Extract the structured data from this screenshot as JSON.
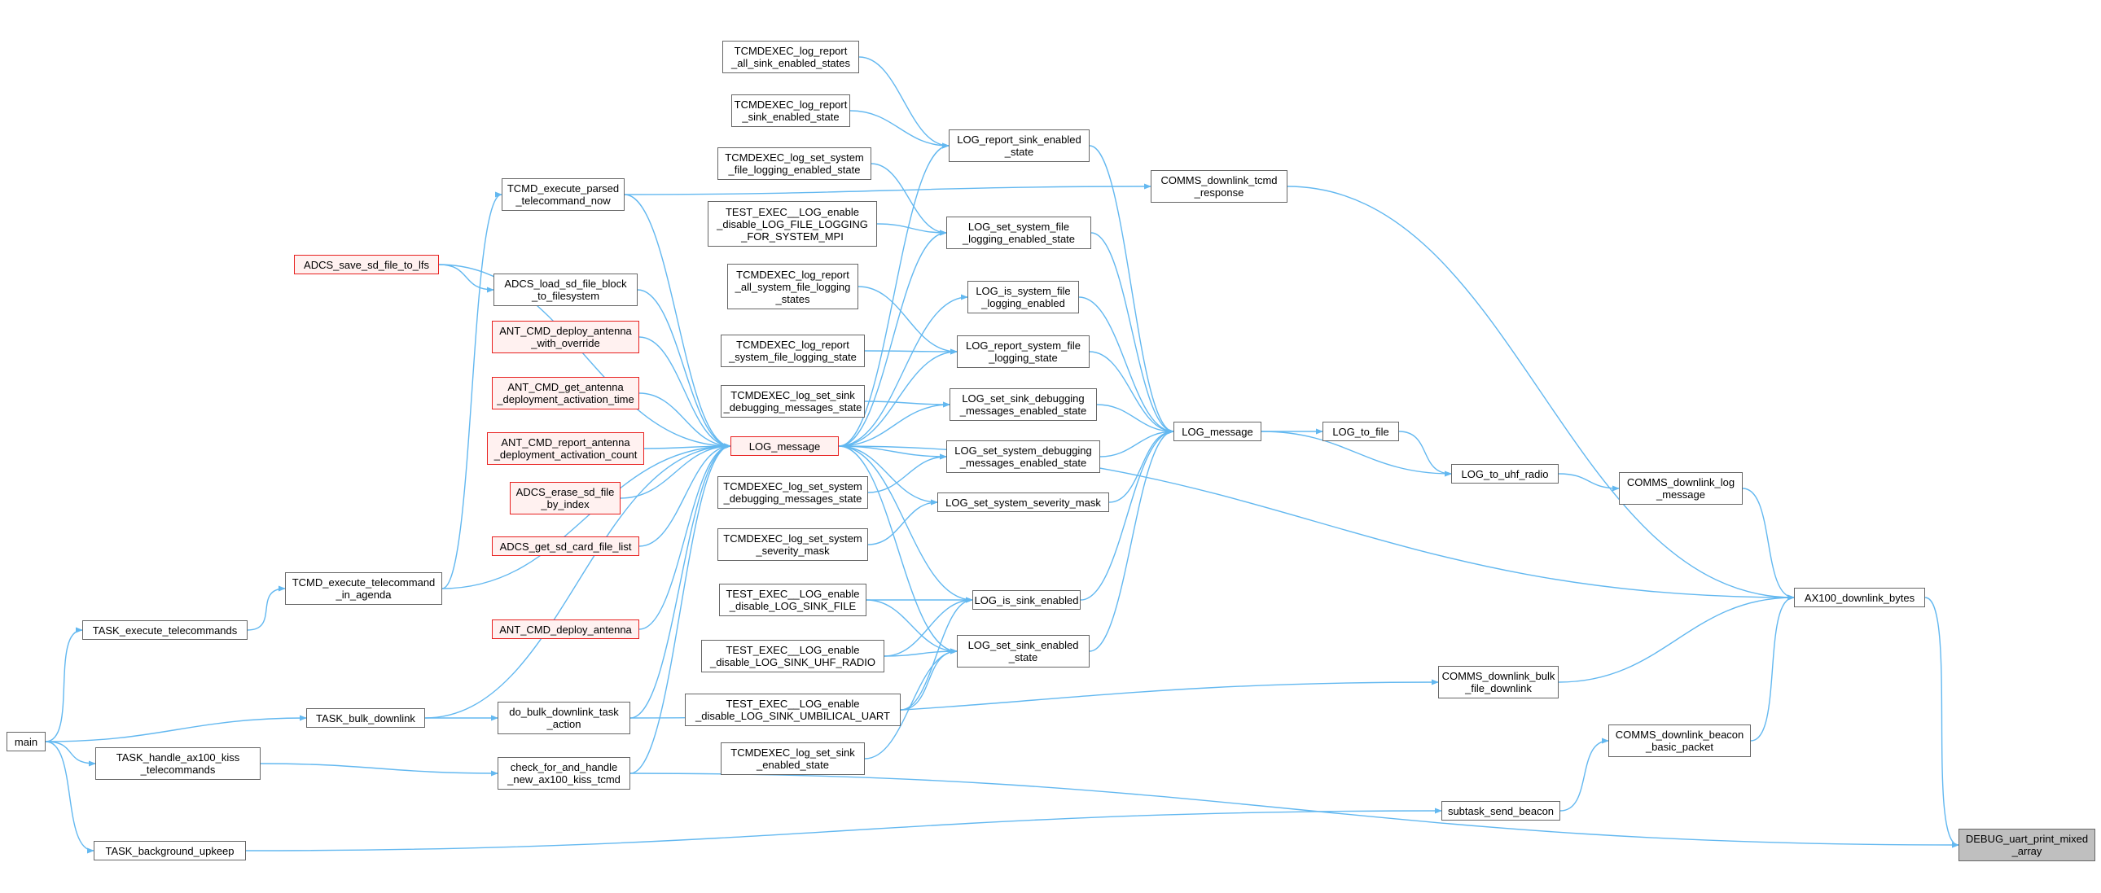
{
  "colors": {
    "edge": "#63b8f0",
    "box_border": "#666666",
    "red_border": "#e8201f",
    "red_fill": "#fff1f0",
    "root_fill": "#bfbfbf"
  },
  "nodes": [
    {
      "id": "main",
      "label": "main",
      "style": "plain"
    },
    {
      "id": "task_exec",
      "label": "TASK_execute_telecommands",
      "style": "plain"
    },
    {
      "id": "task_bulk",
      "label": "TASK_bulk_downlink",
      "style": "plain"
    },
    {
      "id": "task_kiss",
      "label": "TASK_handle_ax100_kiss\n_telecommands",
      "style": "plain"
    },
    {
      "id": "task_bg",
      "label": "TASK_background_upkeep",
      "style": "plain"
    },
    {
      "id": "adcs_save",
      "label": "ADCS_save_sd_file_to_lfs",
      "style": "red"
    },
    {
      "id": "tcmd_parsed",
      "label": "TCMD_execute_parsed\n_telecommand_now",
      "style": "plain"
    },
    {
      "id": "adcs_load",
      "label": "ADCS_load_sd_file_block\n_to_filesystem",
      "style": "plain"
    },
    {
      "id": "tcmd_agenda",
      "label": "TCMD_execute_telecommand\n_in_agenda",
      "style": "plain"
    },
    {
      "id": "do_bulk",
      "label": "do_bulk_downlink_task\n_action",
      "style": "plain"
    },
    {
      "id": "check_kiss",
      "label": "check_for_and_handle\n_new_ax100_kiss_tcmd",
      "style": "plain"
    },
    {
      "id": "ant_override",
      "label": "ANT_CMD_deploy_antenna\n_with_override",
      "style": "red"
    },
    {
      "id": "ant_get",
      "label": "ANT_CMD_get_antenna\n_deployment_activation_time",
      "style": "red"
    },
    {
      "id": "ant_report",
      "label": "ANT_CMD_report_antenna\n_deployment_activation_count",
      "style": "red"
    },
    {
      "id": "adcs_erase",
      "label": "ADCS_erase_sd_file\n_by_index",
      "style": "red"
    },
    {
      "id": "adcs_get",
      "label": "ADCS_get_sd_card_file_list",
      "style": "red"
    },
    {
      "id": "ant_deploy",
      "label": "ANT_CMD_deploy_antenna",
      "style": "red"
    },
    {
      "id": "tc_all_sink",
      "label": "TCMDEXEC_log_report\n_all_sink_enabled_states",
      "style": "plain"
    },
    {
      "id": "tc_sink_state",
      "label": "TCMDEXEC_log_report\n_sink_enabled_state",
      "style": "plain"
    },
    {
      "id": "tc_set_sysfile",
      "label": "TCMDEXEC_log_set_system\n_file_logging_enabled_state",
      "style": "plain"
    },
    {
      "id": "te_filelog",
      "label": "TEST_EXEC__LOG_enable\n_disable_LOG_FILE_LOGGING\n_FOR_SYSTEM_MPI",
      "style": "plain"
    },
    {
      "id": "tc_all_sysfile",
      "label": "TCMDEXEC_log_report\n_all_system_file_logging\n_states",
      "style": "plain"
    },
    {
      "id": "tc_sysfile_state",
      "label": "TCMDEXEC_log_report\n_system_file_logging_state",
      "style": "plain"
    },
    {
      "id": "tc_sink_debug",
      "label": "TCMDEXEC_log_set_sink\n_debugging_messages_state",
      "style": "plain"
    },
    {
      "id": "log_message_red",
      "label": "LOG_message",
      "style": "red"
    },
    {
      "id": "tc_sys_debug",
      "label": "TCMDEXEC_log_set_system\n_debugging_messages_state",
      "style": "plain"
    },
    {
      "id": "tc_sys_sev",
      "label": "TCMDEXEC_log_set_system\n_severity_mask",
      "style": "plain"
    },
    {
      "id": "te_sink_file",
      "label": "TEST_EXEC__LOG_enable\n_disable_LOG_SINK_FILE",
      "style": "plain"
    },
    {
      "id": "te_sink_uhf",
      "label": "TEST_EXEC__LOG_enable\n_disable_LOG_SINK_UHF_RADIO",
      "style": "plain"
    },
    {
      "id": "te_sink_uart",
      "label": "TEST_EXEC__LOG_enable\n_disable_LOG_SINK_UMBILICAL_UART",
      "style": "plain"
    },
    {
      "id": "tc_set_sink",
      "label": "TCMDEXEC_log_set_sink\n_enabled_state",
      "style": "plain"
    },
    {
      "id": "log_rep_sink",
      "label": "LOG_report_sink_enabled\n_state",
      "style": "plain"
    },
    {
      "id": "log_set_sysfile",
      "label": "LOG_set_system_file\n_logging_enabled_state",
      "style": "plain"
    },
    {
      "id": "log_is_sysfile",
      "label": "LOG_is_system_file\n_logging_enabled",
      "style": "plain"
    },
    {
      "id": "log_rep_sysfile",
      "label": "LOG_report_system_file\n_logging_state",
      "style": "plain"
    },
    {
      "id": "log_set_sinkdbg",
      "label": "LOG_set_sink_debugging\n_messages_enabled_state",
      "style": "plain"
    },
    {
      "id": "log_set_sysdbg",
      "label": "LOG_set_system_debugging\n_messages_enabled_state",
      "style": "plain"
    },
    {
      "id": "log_set_sev",
      "label": "LOG_set_system_severity_mask",
      "style": "plain"
    },
    {
      "id": "log_is_sink",
      "label": "LOG_is_sink_enabled",
      "style": "plain"
    },
    {
      "id": "log_set_sink",
      "label": "LOG_set_sink_enabled\n_state",
      "style": "plain"
    },
    {
      "id": "comms_tcmd",
      "label": "COMMS_downlink_tcmd\n_response",
      "style": "plain"
    },
    {
      "id": "log_message",
      "label": "LOG_message",
      "style": "plain"
    },
    {
      "id": "log_file",
      "label": "LOG_to_file",
      "style": "plain"
    },
    {
      "id": "log_uhf",
      "label": "LOG_to_uhf_radio",
      "style": "plain"
    },
    {
      "id": "comms_log",
      "label": "COMMS_downlink_log\n_message",
      "style": "plain"
    },
    {
      "id": "comms_bulk",
      "label": "COMMS_downlink_bulk\n_file_downlink",
      "style": "plain"
    },
    {
      "id": "comms_beacon",
      "label": "COMMS_downlink_beacon\n_basic_packet",
      "style": "plain"
    },
    {
      "id": "subtask_beacon",
      "label": "subtask_send_beacon",
      "style": "plain"
    },
    {
      "id": "ax100",
      "label": "AX100_downlink_bytes",
      "style": "plain"
    },
    {
      "id": "debug_root",
      "label": "DEBUG_uart_print_mixed\n_array",
      "style": "root"
    }
  ]
}
